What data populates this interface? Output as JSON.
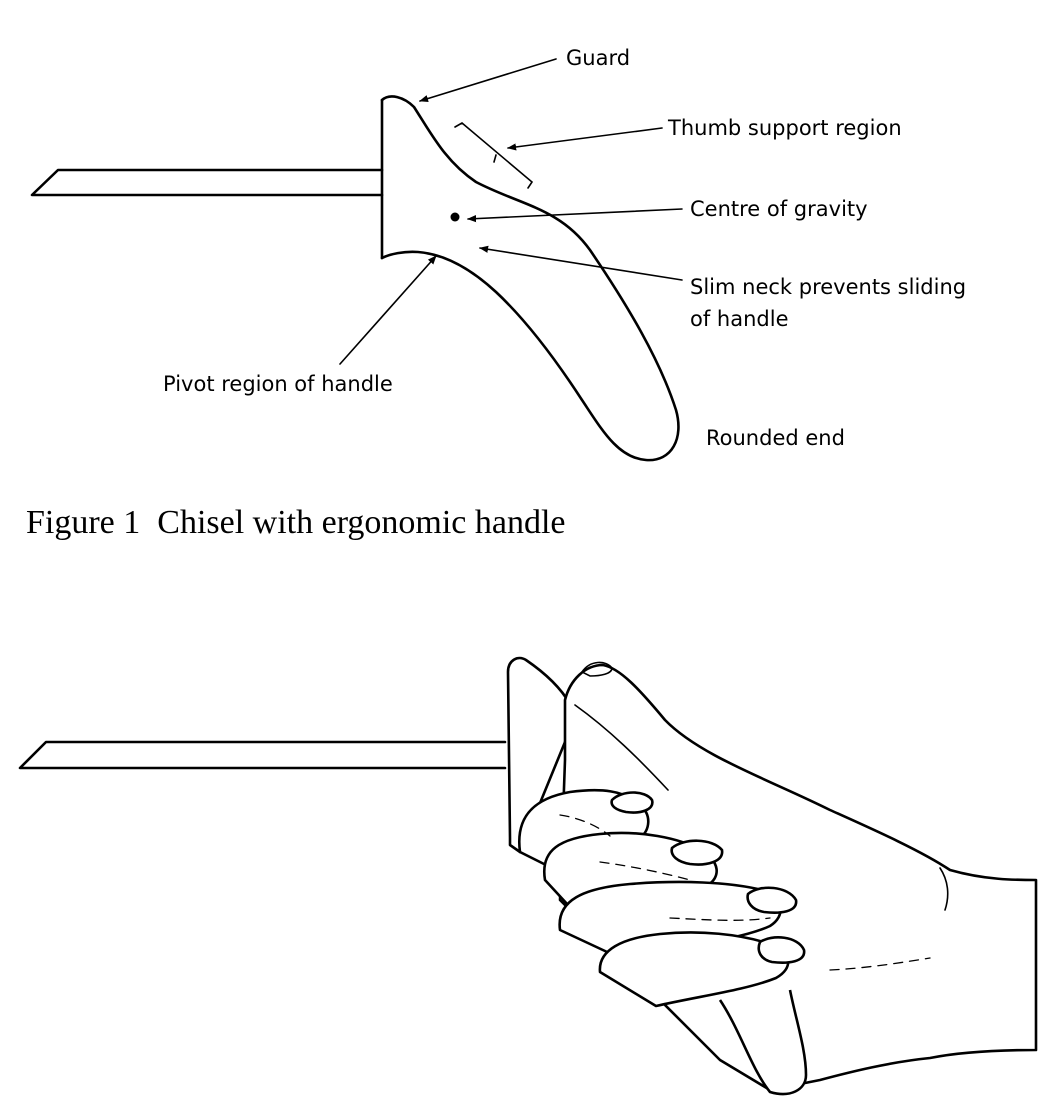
{
  "figure1": {
    "labels": {
      "guard": "Guard",
      "thumb": "Thumb support region",
      "cog": "Centre of gravity",
      "neck_line1": "Slim neck prevents sliding",
      "neck_line2": "of handle",
      "pivot": "Pivot region of handle",
      "rounded": "Rounded end"
    },
    "caption": "Figure 1  Chisel with ergonomic handle"
  }
}
